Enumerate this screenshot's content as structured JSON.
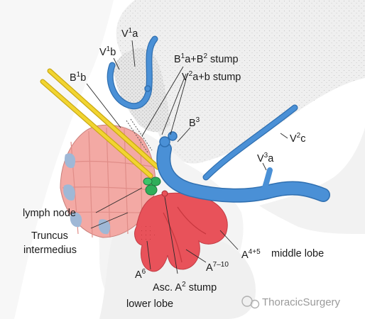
{
  "diagram": {
    "labels": {
      "v1a": {
        "base": "V",
        "sup": "1",
        "rest": "a"
      },
      "v1b": {
        "base": "V",
        "sup": "1",
        "rest": "b"
      },
      "b1b": {
        "base": "B",
        "sup": "1",
        "rest": "b"
      },
      "b1a_b2_stump": {
        "base": "B",
        "sup": "1",
        "rest": "a+B",
        "sup2": "2",
        "rest2": " stump"
      },
      "v2ab_stump": {
        "base": "V",
        "sup": "2",
        "rest": "a+b stump"
      },
      "b3": {
        "base": "B",
        "sup": "3",
        "rest": ""
      },
      "v2c": {
        "base": "V",
        "sup": "2",
        "rest": "c"
      },
      "v3a": {
        "base": "V",
        "sup": "3",
        "rest": "a"
      },
      "lymph_node": {
        "text": "lymph node"
      },
      "truncus_line1": {
        "text": "Truncus"
      },
      "truncus_line2": {
        "text": "intermedius"
      },
      "a45": {
        "base": "A",
        "sup": "4+5",
        "rest": ""
      },
      "middle_lobe": {
        "text": "middle lobe"
      },
      "a6": {
        "base": "A",
        "sup": "6",
        "rest": ""
      },
      "a710": {
        "base": "A",
        "sup": "7–10",
        "rest": ""
      },
      "asc_a2_stump": {
        "base": "Asc. A",
        "sup": "2",
        "rest": " stump"
      },
      "lower_lobe": {
        "text": "lower lobe"
      }
    },
    "watermark": "ThoracicSurgery",
    "colors": {
      "vein_blue": "#4a90d6",
      "artery_red": "#e8525a",
      "bronchus_pink": "#f3a9a4",
      "lymph_green": "#2fae5a",
      "stapler_yellow": "#f2d530",
      "tissue_gray": "#ededed"
    }
  }
}
